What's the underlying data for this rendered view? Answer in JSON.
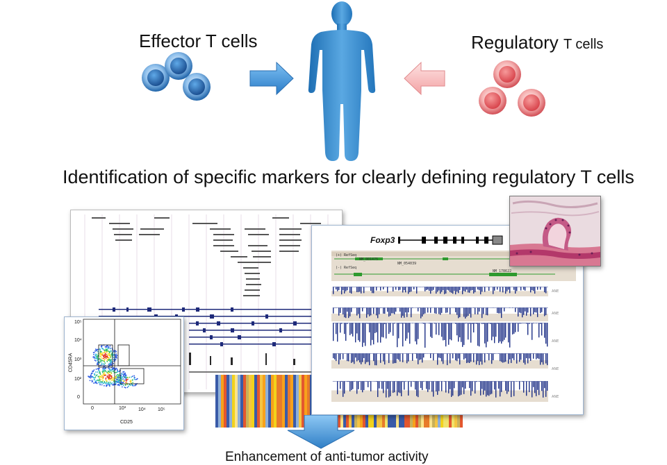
{
  "top": {
    "effector_label": "Effector T cells",
    "regulatory_label_main": "Regulatory",
    "regulatory_label_small": "T cells",
    "headline": "Identification of specific markers for clearly defining regulatory T cells"
  },
  "genome_panel": {
    "gene_name": "Foxp3",
    "track_refseq_plus": "(+) RefSeq",
    "track_refseq_minus": "(-) RefSeq",
    "transcript_1": "NM_001475",
    "transcript_2": "NM_054039",
    "transcript_3": "NM_178622"
  },
  "flow_panel": {
    "y_axis_label": "CD45RA",
    "x_axis_label": "CD25",
    "x_ticks": [
      "0",
      "10³",
      "10⁴",
      "10⁵"
    ],
    "y_ticks": [
      "10⁵",
      "10⁴",
      "10³",
      "10²",
      "0"
    ]
  },
  "footer": {
    "label": "Enhancement of anti-tumor activity"
  },
  "colors": {
    "effector_cell": "#2f7fc6",
    "regulatory_cell": "#e8656a",
    "human_figure": "#3a8fd0",
    "arrow_left": "#3b8fd8",
    "arrow_right": "#f6b3b3",
    "down_arrow": "#3f8fd6",
    "track_blue": "#1c2f86"
  }
}
